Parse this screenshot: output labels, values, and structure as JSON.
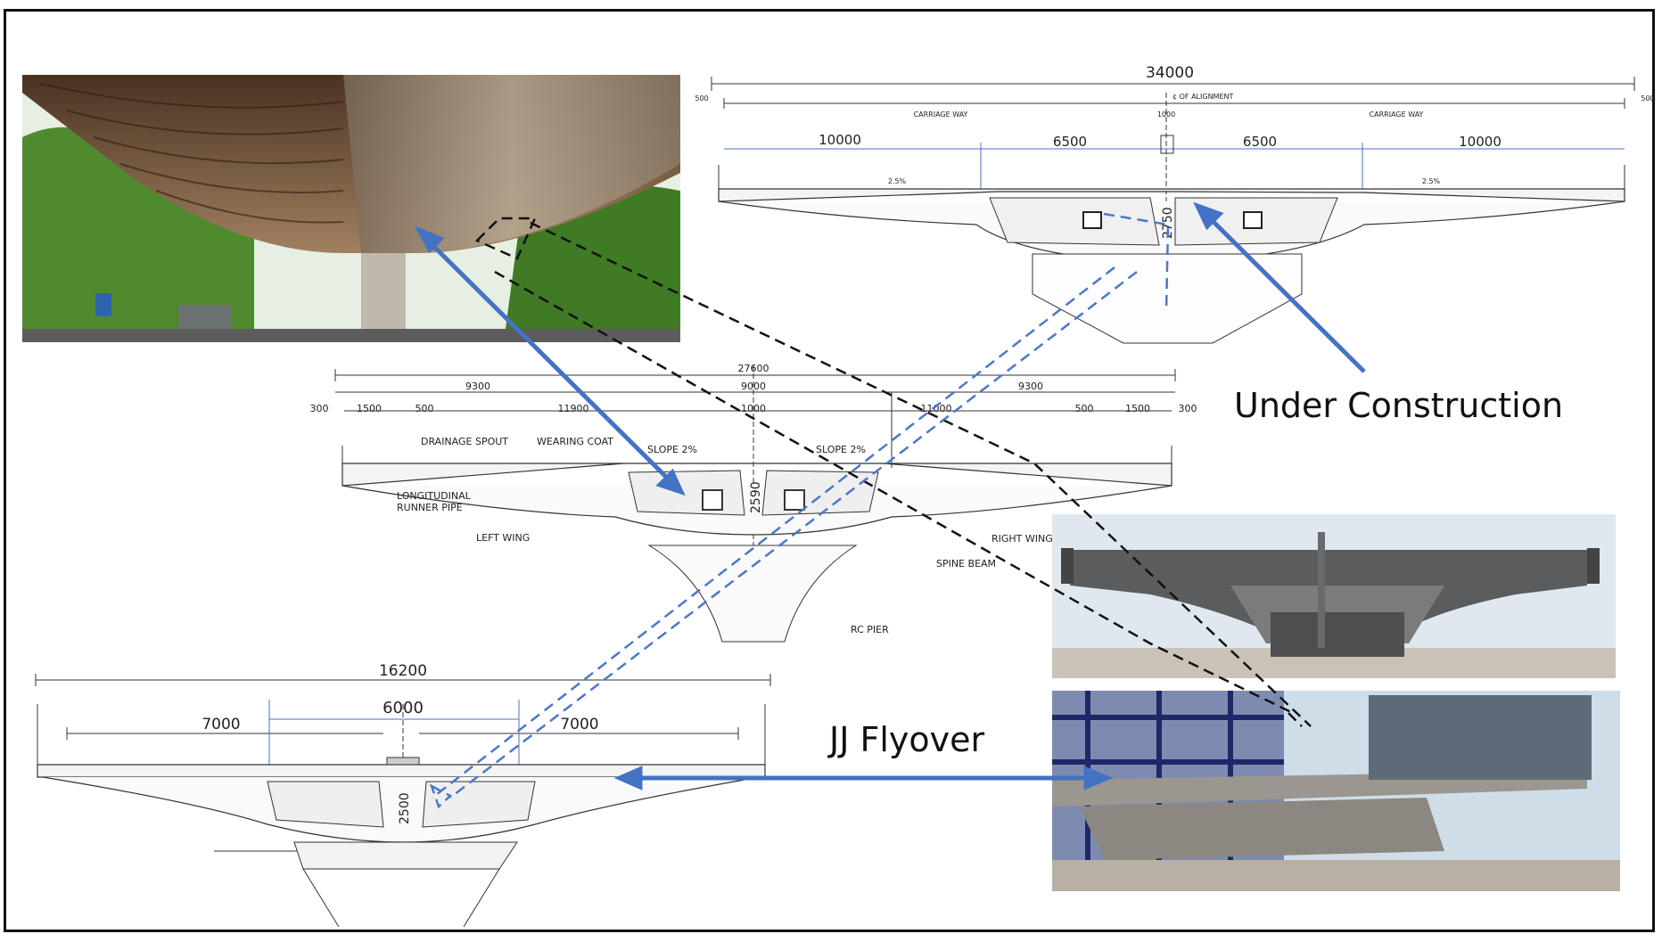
{
  "callouts": {
    "under_construction": "Under Construction",
    "jj_flyover": "JJ Flyover"
  },
  "top_section": {
    "total": "34000",
    "edge_left": "500",
    "edge_right": "500",
    "alignment": "¢ OF ALIGNMENT",
    "carriage_left": "CARRIAGE WAY",
    "carriage_right": "CARRIAGE WAY",
    "median": "1000",
    "lane_outer_left": "10000",
    "lane_inner_left": "6500",
    "lane_inner_right": "6500",
    "lane_outer_right": "10000",
    "slope_left": "2.5%",
    "slope_right": "2.5%",
    "depth": "2750"
  },
  "middle_section": {
    "total": "27600",
    "half_left": "9300",
    "center": "9000",
    "half_right": "9300",
    "edge_left": "300",
    "kerb_left": "1500",
    "gap_left": "500",
    "wing_left": "11900",
    "median": "1000",
    "wing_right": "11000",
    "gap_right": "500",
    "kerb_right": "1500",
    "edge_right": "300",
    "drainage_spout": "DRAINAGE SPOUT",
    "wearing_coat": "WEARING COAT",
    "slope_left": "SLOPE 2%",
    "slope_right": "SLOPE 2%",
    "runner_pipe_1": "LONGITUDINAL",
    "runner_pipe_2": "RUNNER PIPE",
    "left_wing": "LEFT WING",
    "right_wing": "RIGHT WING",
    "spine_beam": "SPINE BEAM",
    "rc_pier": "RC PIER",
    "depth": "2590"
  },
  "bottom_section": {
    "total": "16200",
    "center": "6000",
    "left": "7000",
    "right": "7000",
    "depth": "2500"
  },
  "colors": {
    "arrow_blue": "#4472c4",
    "dash_blue": "#4a78c8",
    "dash_black": "#111111"
  }
}
